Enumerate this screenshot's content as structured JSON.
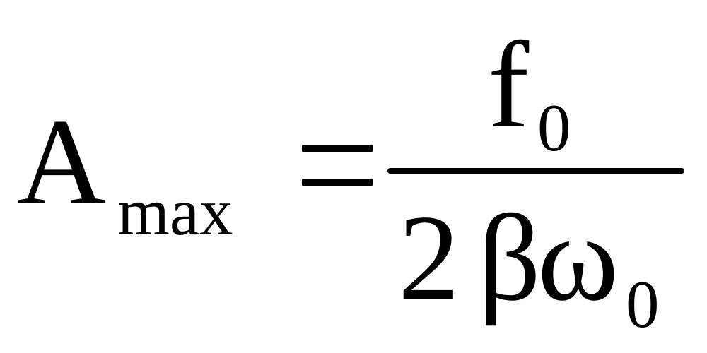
{
  "formula": {
    "lhs": {
      "symbol": "A",
      "subscript": "max"
    },
    "relation": "=",
    "rhs": {
      "numerator": {
        "symbol": "f",
        "subscript": "0"
      },
      "denominator": {
        "coefficient": "2",
        "symbol1": "β",
        "symbol2": "ω",
        "subscript": "0"
      }
    }
  }
}
